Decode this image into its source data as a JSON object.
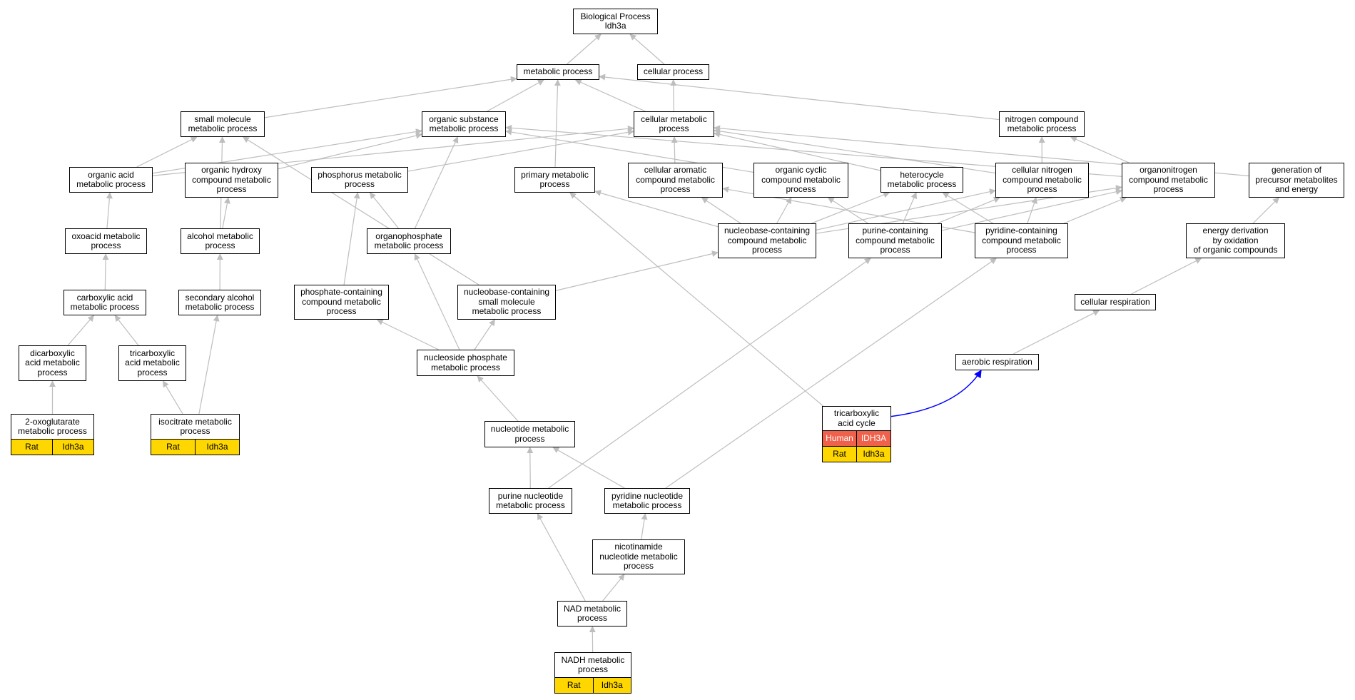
{
  "colors": {
    "edge": "#BEBEBE",
    "highlight_edge": "#0000FF",
    "rat": "#FFD700",
    "human": "#F0614B"
  },
  "nodes": {
    "bp": {
      "label": "Biological Process\nIdh3a"
    },
    "metabolic": {
      "label": "metabolic process"
    },
    "cellular": {
      "label": "cellular process"
    },
    "small_molecule": {
      "label": "small molecule\nmetabolic process"
    },
    "organic_substance": {
      "label": "organic substance\nmetabolic process"
    },
    "cellular_metabolic": {
      "label": "cellular metabolic\nprocess"
    },
    "nitrogen_compound": {
      "label": "nitrogen compound\nmetabolic process"
    },
    "organic_acid": {
      "label": "organic acid\nmetabolic process"
    },
    "organic_hydroxy": {
      "label": "organic hydroxy\ncompound metabolic\nprocess"
    },
    "phosphorus": {
      "label": "phosphorus metabolic\nprocess"
    },
    "primary": {
      "label": "primary metabolic\nprocess"
    },
    "cellular_aromatic": {
      "label": "cellular aromatic\ncompound metabolic\nprocess"
    },
    "organic_cyclic": {
      "label": "organic cyclic\ncompound metabolic\nprocess"
    },
    "heterocycle": {
      "label": "heterocycle\nmetabolic process"
    },
    "cellular_nitrogen": {
      "label": "cellular nitrogen\ncompound metabolic\nprocess"
    },
    "organonitrogen": {
      "label": "organonitrogen\ncompound metabolic\nprocess"
    },
    "generation_precursor": {
      "label": "generation of\nprecursor metabolites\nand energy"
    },
    "oxoacid": {
      "label": "oxoacid metabolic\nprocess"
    },
    "alcohol": {
      "label": "alcohol metabolic\nprocess"
    },
    "organophosphate": {
      "label": "organophosphate\nmetabolic process"
    },
    "nucleobase_compound": {
      "label": "nucleobase-containing\ncompound metabolic\nprocess"
    },
    "purine_compound": {
      "label": "purine-containing\ncompound metabolic\nprocess"
    },
    "pyridine_compound": {
      "label": "pyridine-containing\ncompound metabolic\nprocess"
    },
    "energy_derivation": {
      "label": "energy derivation\nby oxidation\nof organic compounds"
    },
    "carboxylic": {
      "label": "carboxylic acid\nmetabolic process"
    },
    "secondary_alcohol": {
      "label": "secondary alcohol\nmetabolic process"
    },
    "phosphate_containing": {
      "label": "phosphate-containing\ncompound metabolic\nprocess"
    },
    "nucleobase_small": {
      "label": "nucleobase-containing\nsmall molecule\nmetabolic process"
    },
    "cellular_respiration": {
      "label": "cellular respiration"
    },
    "dicarboxylic": {
      "label": "dicarboxylic\nacid metabolic\nprocess"
    },
    "tricarboxylic_acid": {
      "label": "tricarboxylic\nacid metabolic\nprocess"
    },
    "nucleoside_phosphate": {
      "label": "nucleoside phosphate\nmetabolic process"
    },
    "aerobic": {
      "label": "aerobic respiration"
    },
    "oxoglutarate": {
      "label": "2-oxoglutarate\nmetabolic process",
      "rows": [
        [
          "Rat",
          "Idh3a"
        ]
      ]
    },
    "isocitrate": {
      "label": "isocitrate metabolic\nprocess",
      "rows": [
        [
          "Rat",
          "Idh3a"
        ]
      ]
    },
    "tca": {
      "label": "tricarboxylic\nacid cycle",
      "rows": [
        [
          "Human",
          "IDH3A"
        ],
        [
          "Rat",
          "Idh3a"
        ]
      ]
    },
    "nucleotide": {
      "label": "nucleotide metabolic\nprocess"
    },
    "purine_nucleotide": {
      "label": "purine nucleotide\nmetabolic process"
    },
    "pyridine_nucleotide": {
      "label": "pyridine nucleotide\nmetabolic process"
    },
    "nicotinamide": {
      "label": "nicotinamide\nnucleotide metabolic\nprocess"
    },
    "nad": {
      "label": "NAD metabolic\nprocess"
    },
    "nadh": {
      "label": "NADH metabolic\nprocess",
      "rows": [
        [
          "Rat",
          "Idh3a"
        ]
      ]
    }
  },
  "edges": [
    [
      "metabolic",
      "bp"
    ],
    [
      "cellular",
      "bp"
    ],
    [
      "small_molecule",
      "metabolic"
    ],
    [
      "organic_substance",
      "metabolic"
    ],
    [
      "cellular_metabolic",
      "metabolic"
    ],
    [
      "nitrogen_compound",
      "metabolic"
    ],
    [
      "primary",
      "metabolic"
    ],
    [
      "cellular_metabolic",
      "cellular"
    ],
    [
      "organic_acid",
      "small_molecule"
    ],
    [
      "organic_acid",
      "organic_substance"
    ],
    [
      "organic_acid",
      "cellular_metabolic"
    ],
    [
      "organic_hydroxy",
      "organic_substance"
    ],
    [
      "phosphorus",
      "cellular_metabolic"
    ],
    [
      "cellular_aromatic",
      "cellular_metabolic"
    ],
    [
      "organic_cyclic",
      "organic_substance"
    ],
    [
      "heterocycle",
      "cellular_metabolic"
    ],
    [
      "cellular_nitrogen",
      "cellular_metabolic"
    ],
    [
      "cellular_nitrogen",
      "nitrogen_compound"
    ],
    [
      "organonitrogen",
      "organic_substance"
    ],
    [
      "organonitrogen",
      "nitrogen_compound"
    ],
    [
      "generation_precursor",
      "cellular_metabolic"
    ],
    [
      "oxoacid",
      "organic_acid"
    ],
    [
      "alcohol",
      "organic_hydroxy"
    ],
    [
      "alcohol",
      "small_molecule"
    ],
    [
      "organophosphate",
      "phosphorus"
    ],
    [
      "organophosphate",
      "organic_substance"
    ],
    [
      "nucleobase_compound",
      "primary"
    ],
    [
      "nucleobase_compound",
      "cellular_aromatic"
    ],
    [
      "nucleobase_compound",
      "organic_cyclic"
    ],
    [
      "nucleobase_compound",
      "heterocycle"
    ],
    [
      "nucleobase_compound",
      "cellular_nitrogen"
    ],
    [
      "nucleobase_compound",
      "organonitrogen"
    ],
    [
      "purine_compound",
      "organic_cyclic"
    ],
    [
      "purine_compound",
      "heterocycle"
    ],
    [
      "purine_compound",
      "cellular_nitrogen"
    ],
    [
      "purine_compound",
      "organonitrogen"
    ],
    [
      "pyridine_compound",
      "cellular_aromatic"
    ],
    [
      "pyridine_compound",
      "heterocycle"
    ],
    [
      "pyridine_compound",
      "cellular_nitrogen"
    ],
    [
      "pyridine_compound",
      "organonitrogen"
    ],
    [
      "energy_derivation",
      "generation_precursor"
    ],
    [
      "carboxylic",
      "oxoacid"
    ],
    [
      "secondary_alcohol",
      "alcohol"
    ],
    [
      "phosphate_containing",
      "phosphorus"
    ],
    [
      "nucleobase_small",
      "small_molecule"
    ],
    [
      "nucleobase_small",
      "nucleobase_compound"
    ],
    [
      "cellular_respiration",
      "energy_derivation"
    ],
    [
      "dicarboxylic",
      "carboxylic"
    ],
    [
      "tricarboxylic_acid",
      "carboxylic"
    ],
    [
      "nucleoside_phosphate",
      "organophosphate"
    ],
    [
      "nucleoside_phosphate",
      "phosphate_containing"
    ],
    [
      "nucleoside_phosphate",
      "nucleobase_small"
    ],
    [
      "aerobic",
      "cellular_respiration"
    ],
    [
      "oxoglutarate",
      "dicarboxylic"
    ],
    [
      "isocitrate",
      "tricarboxylic_acid"
    ],
    [
      "isocitrate",
      "secondary_alcohol"
    ],
    [
      "tca",
      "primary"
    ],
    [
      "tca",
      "aerobic",
      "highlight"
    ],
    [
      "nucleotide",
      "nucleoside_phosphate"
    ],
    [
      "purine_nucleotide",
      "nucleotide"
    ],
    [
      "purine_nucleotide",
      "purine_compound"
    ],
    [
      "pyridine_nucleotide",
      "nucleotide"
    ],
    [
      "pyridine_nucleotide",
      "pyridine_compound"
    ],
    [
      "nicotinamide",
      "pyridine_nucleotide"
    ],
    [
      "nad",
      "nicotinamide"
    ],
    [
      "nad",
      "purine_nucleotide"
    ],
    [
      "nadh",
      "nad"
    ]
  ]
}
